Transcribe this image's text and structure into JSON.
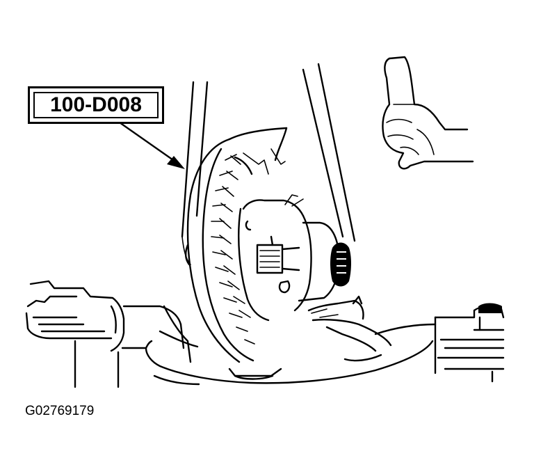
{
  "callout": {
    "tool_number": "100-D008"
  },
  "figure": {
    "id": "G02769179"
  },
  "icons": {
    "illustration": "differential-ring-gear-removal-illustration",
    "arrow": "callout-arrow-icon"
  }
}
